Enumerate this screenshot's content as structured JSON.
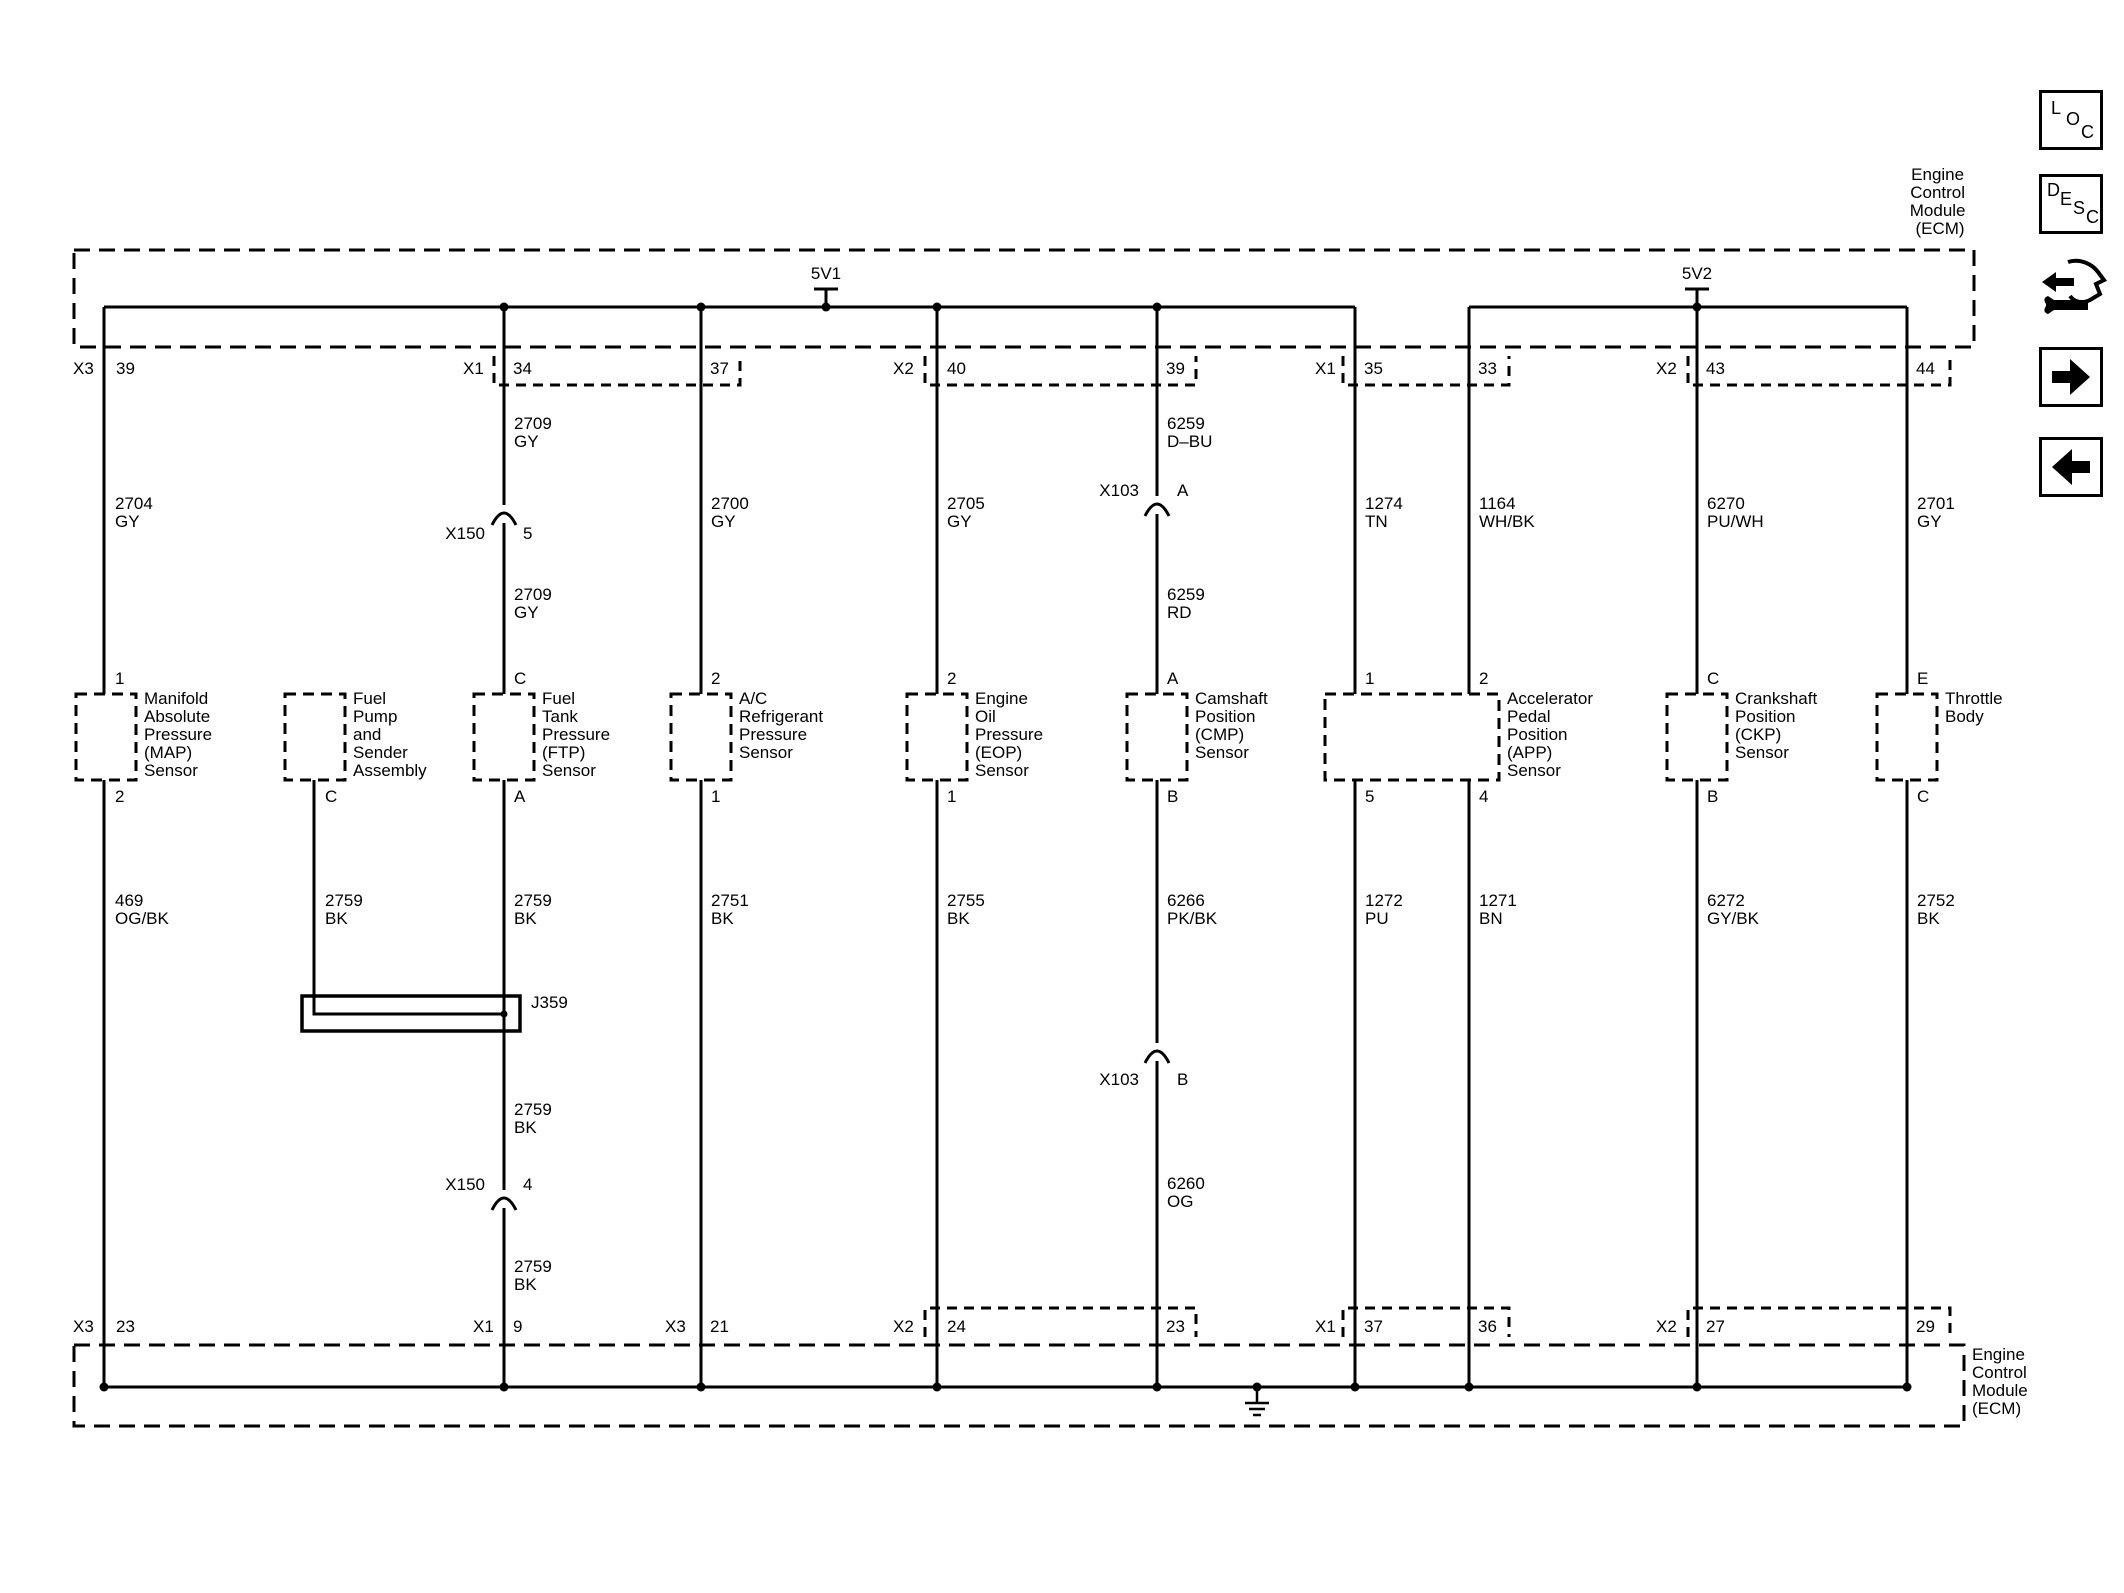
{
  "module_label": [
    "Engine",
    "Control",
    "Module",
    "(ECM)"
  ],
  "supply_labels": {
    "v1": "5V1",
    "v2": "5V2"
  },
  "top_connectors": {
    "x3": "X3",
    "x1a": "X1",
    "x2a": "X2",
    "x1b": "X1",
    "x2b": "X2",
    "pins": [
      "39",
      "34",
      "37",
      "40",
      "39",
      "35",
      "33",
      "43",
      "44"
    ]
  },
  "bottom_connectors": {
    "x3a": "X3",
    "x1": "X1",
    "x3b": "X3",
    "x2a": "X2",
    "x1b": "X1",
    "x2b": "X2",
    "pins": [
      "23",
      "9",
      "21",
      "24",
      "23",
      "37",
      "36",
      "27",
      "29"
    ]
  },
  "upper_wires": [
    {
      "circuit": "2704",
      "color": "GY"
    },
    {
      "circuit": "2709",
      "color": "GY"
    },
    {
      "circuit": "2709",
      "color": "GY"
    },
    {
      "circuit": "2700",
      "color": "GY"
    },
    {
      "circuit": "2705",
      "color": "GY"
    },
    {
      "circuit": "6259",
      "color": "D–BU"
    },
    {
      "circuit": "6259",
      "color": "RD"
    },
    {
      "circuit": "1274",
      "color": "TN"
    },
    {
      "circuit": "1164",
      "color": "WH/BK"
    },
    {
      "circuit": "6270",
      "color": "PU/WH"
    },
    {
      "circuit": "2701",
      "color": "GY"
    }
  ],
  "lower_wires": [
    {
      "circuit": "469",
      "color": "OG/BK"
    },
    {
      "circuit": "2759",
      "color": "BK"
    },
    {
      "circuit": "2759",
      "color": "BK"
    },
    {
      "circuit": "2751",
      "color": "BK"
    },
    {
      "circuit": "2755",
      "color": "BK"
    },
    {
      "circuit": "6266",
      "color": "PK/BK"
    },
    {
      "circuit": "1272",
      "color": "PU"
    },
    {
      "circuit": "1271",
      "color": "BN"
    },
    {
      "circuit": "6272",
      "color": "GY/BK"
    },
    {
      "circuit": "2752",
      "color": "BK"
    },
    {
      "circuit": "2759",
      "color": "BK"
    },
    {
      "circuit": "2759",
      "color": "BK"
    },
    {
      "circuit": "6260",
      "color": "OG"
    }
  ],
  "inline_connectors": {
    "x150_top": {
      "name": "X150",
      "pin": "5"
    },
    "x150_bottom": {
      "name": "X150",
      "pin": "4"
    },
    "x103_top": {
      "name": "X103",
      "pin": "A"
    },
    "x103_bottom": {
      "name": "X103",
      "pin": "B"
    }
  },
  "splice": "J359",
  "components": [
    {
      "name": [
        "Manifold",
        "Absolute",
        "Pressure",
        "(MAP)",
        "Sensor"
      ],
      "top_pin": "1",
      "bottom_pin": "2"
    },
    {
      "name": [
        "Fuel",
        "Pump",
        "and",
        "Sender",
        "Assembly"
      ],
      "top_pin": "",
      "bottom_pin": "C"
    },
    {
      "name": [
        "Fuel",
        "Tank",
        "Pressure",
        "(FTP)",
        "Sensor"
      ],
      "top_pin": "C",
      "bottom_pin": "A"
    },
    {
      "name": [
        "A/C",
        "Refrigerant",
        "Pressure",
        "Sensor"
      ],
      "top_pin": "2",
      "bottom_pin": "1"
    },
    {
      "name": [
        "Engine",
        "Oil",
        "Pressure",
        "(EOP)",
        "Sensor"
      ],
      "top_pin": "2",
      "bottom_pin": "1"
    },
    {
      "name": [
        "Camshaft",
        "Position",
        "(CMP)",
        "Sensor"
      ],
      "top_pin": "A",
      "bottom_pin": "B"
    },
    {
      "name": [
        "Accelerator",
        "Pedal",
        "Position",
        "(APP)",
        "Sensor"
      ],
      "top_pins": [
        "1",
        "2"
      ],
      "bottom_pins": [
        "5",
        "4"
      ]
    },
    {
      "name": [
        "Crankshaft",
        "Position",
        "(CKP)",
        "Sensor"
      ],
      "top_pin": "C",
      "bottom_pin": "B"
    },
    {
      "name": [
        "Throttle",
        "Body"
      ],
      "top_pin": "E",
      "bottom_pin": "C"
    }
  ],
  "nav_buttons": {
    "loc": [
      "L",
      "O",
      "C"
    ],
    "desc": [
      "D",
      "E",
      "S",
      "C"
    ],
    "icons": [
      "connector-tool-icon",
      "arrow-right-icon",
      "arrow-left-icon"
    ]
  }
}
